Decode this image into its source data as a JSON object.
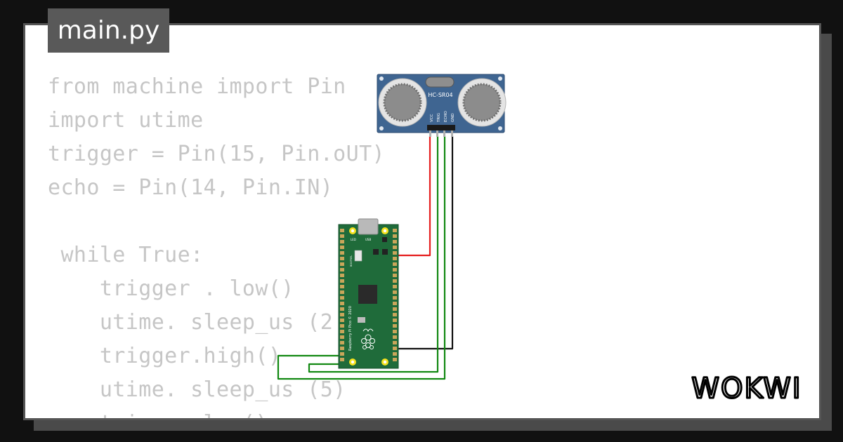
{
  "editor": {
    "filename": "main.py",
    "code_lines": [
      "from machine import Pin",
      "import utime",
      "trigger = Pin(15, Pin.oUT)",
      "echo = Pin(14, Pin.IN)",
      "",
      " while True:",
      "    trigger . low()",
      "    utime. sleep_us (2",
      "    trigger.high()",
      "    utime. sleep_us (5)",
      "    trigger.low()"
    ]
  },
  "sensor": {
    "model_label": "HC-SR04",
    "pin_labels": [
      "VCC",
      "TRIG",
      "ECHO",
      "GND"
    ]
  },
  "board": {
    "side_text": "Raspberry Pi Pico © 2020",
    "led_label": "LED",
    "usb_label": "USB",
    "bootsel_label": "BOOTSEL"
  },
  "brand": {
    "logo_text": "WOKWI"
  },
  "colors": {
    "board_green": "#1f6b3a",
    "sensor_blue": "#3f6591",
    "wire_red": "#e51c1c",
    "wire_green": "#118811",
    "wire_black": "#111111",
    "code_gray": "#c6c6c6"
  }
}
